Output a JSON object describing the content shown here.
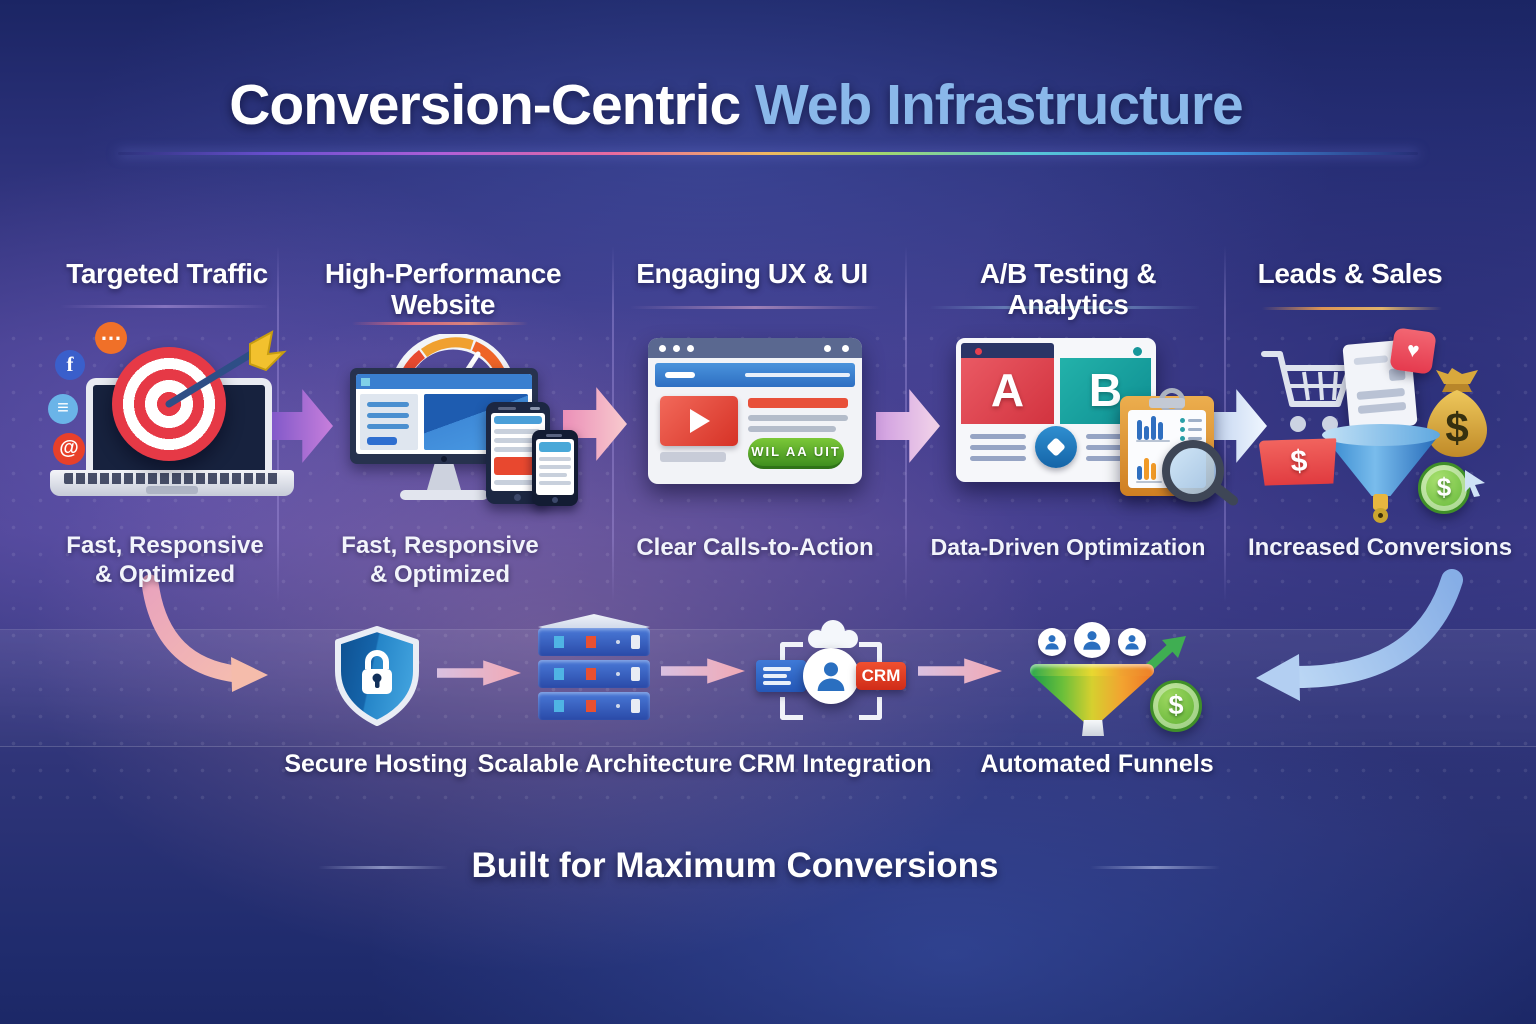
{
  "title": {
    "part1": "Conversion-Centric ",
    "part2": "Web Infrastructure"
  },
  "stages": [
    {
      "heading": "Targeted Traffic",
      "caption": "Fast, Responsive\n& Optimized"
    },
    {
      "heading": "High-Performance\nWebsite",
      "caption": "Fast, Responsive\n& Optimized"
    },
    {
      "heading": "Engaging UX & UI",
      "caption": "Clear Calls-to-Action",
      "cta_button": "WIL AA UIT"
    },
    {
      "heading": "A/B Testing & Analytics",
      "caption": "Data-Driven Optimization",
      "variant_a": "A",
      "variant_b": "B"
    },
    {
      "heading": "Leads & Sales",
      "caption": "Increased Conversions"
    }
  ],
  "pipeline": [
    {
      "label": "Secure Hosting"
    },
    {
      "label": "Scalable Architecture"
    },
    {
      "label": "CRM Integration",
      "badge": "CRM"
    },
    {
      "label": "Automated Funnels"
    }
  ],
  "footer": "Built for Maximum Conversions",
  "symbols": {
    "dollar": "$",
    "heart": "♥",
    "chat": "…",
    "facebook": "f",
    "menu": "≡",
    "at": "@"
  },
  "colors": {
    "title_accent": "#8ab8ea",
    "arrow_purple": "#8a5fd0",
    "arrow_pink": "#f0a0c0",
    "cta_green": "#58a828",
    "variant_a_red": "#e04050",
    "variant_b_teal": "#18a0a0",
    "crm_red": "#e8402a",
    "funnel_green": "#2aa84f"
  }
}
